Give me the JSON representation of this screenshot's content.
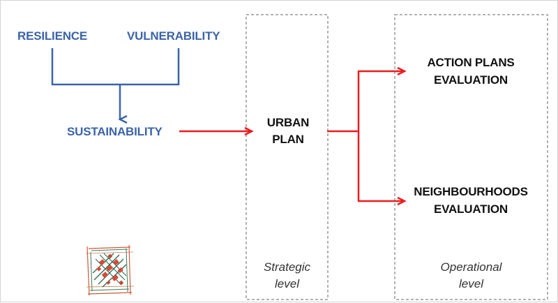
{
  "left_group": {
    "resilience": "RESILIENCE",
    "vulnerability": "VULNERABILITY",
    "sustainability": "SUSTAINABILITY"
  },
  "center": {
    "urban_plan_line1": "URBAN",
    "urban_plan_line2": "PLAN",
    "level_line1": "Strategic",
    "level_line2": "level"
  },
  "right": {
    "action_plans_line1": "ACTION PLANS",
    "action_plans_line2": "EVALUATION",
    "neighbourhoods_line1": "NEIGHBOURHOODS",
    "neighbourhoods_line2": "EVALUATION",
    "level_line1": "Operational",
    "level_line2": "level"
  },
  "colors": {
    "blue": "#3b64a8",
    "red": "#ee1c1c",
    "box_border": "#999999"
  },
  "icons": {
    "logo": "urban-grid-sketch-icon"
  }
}
